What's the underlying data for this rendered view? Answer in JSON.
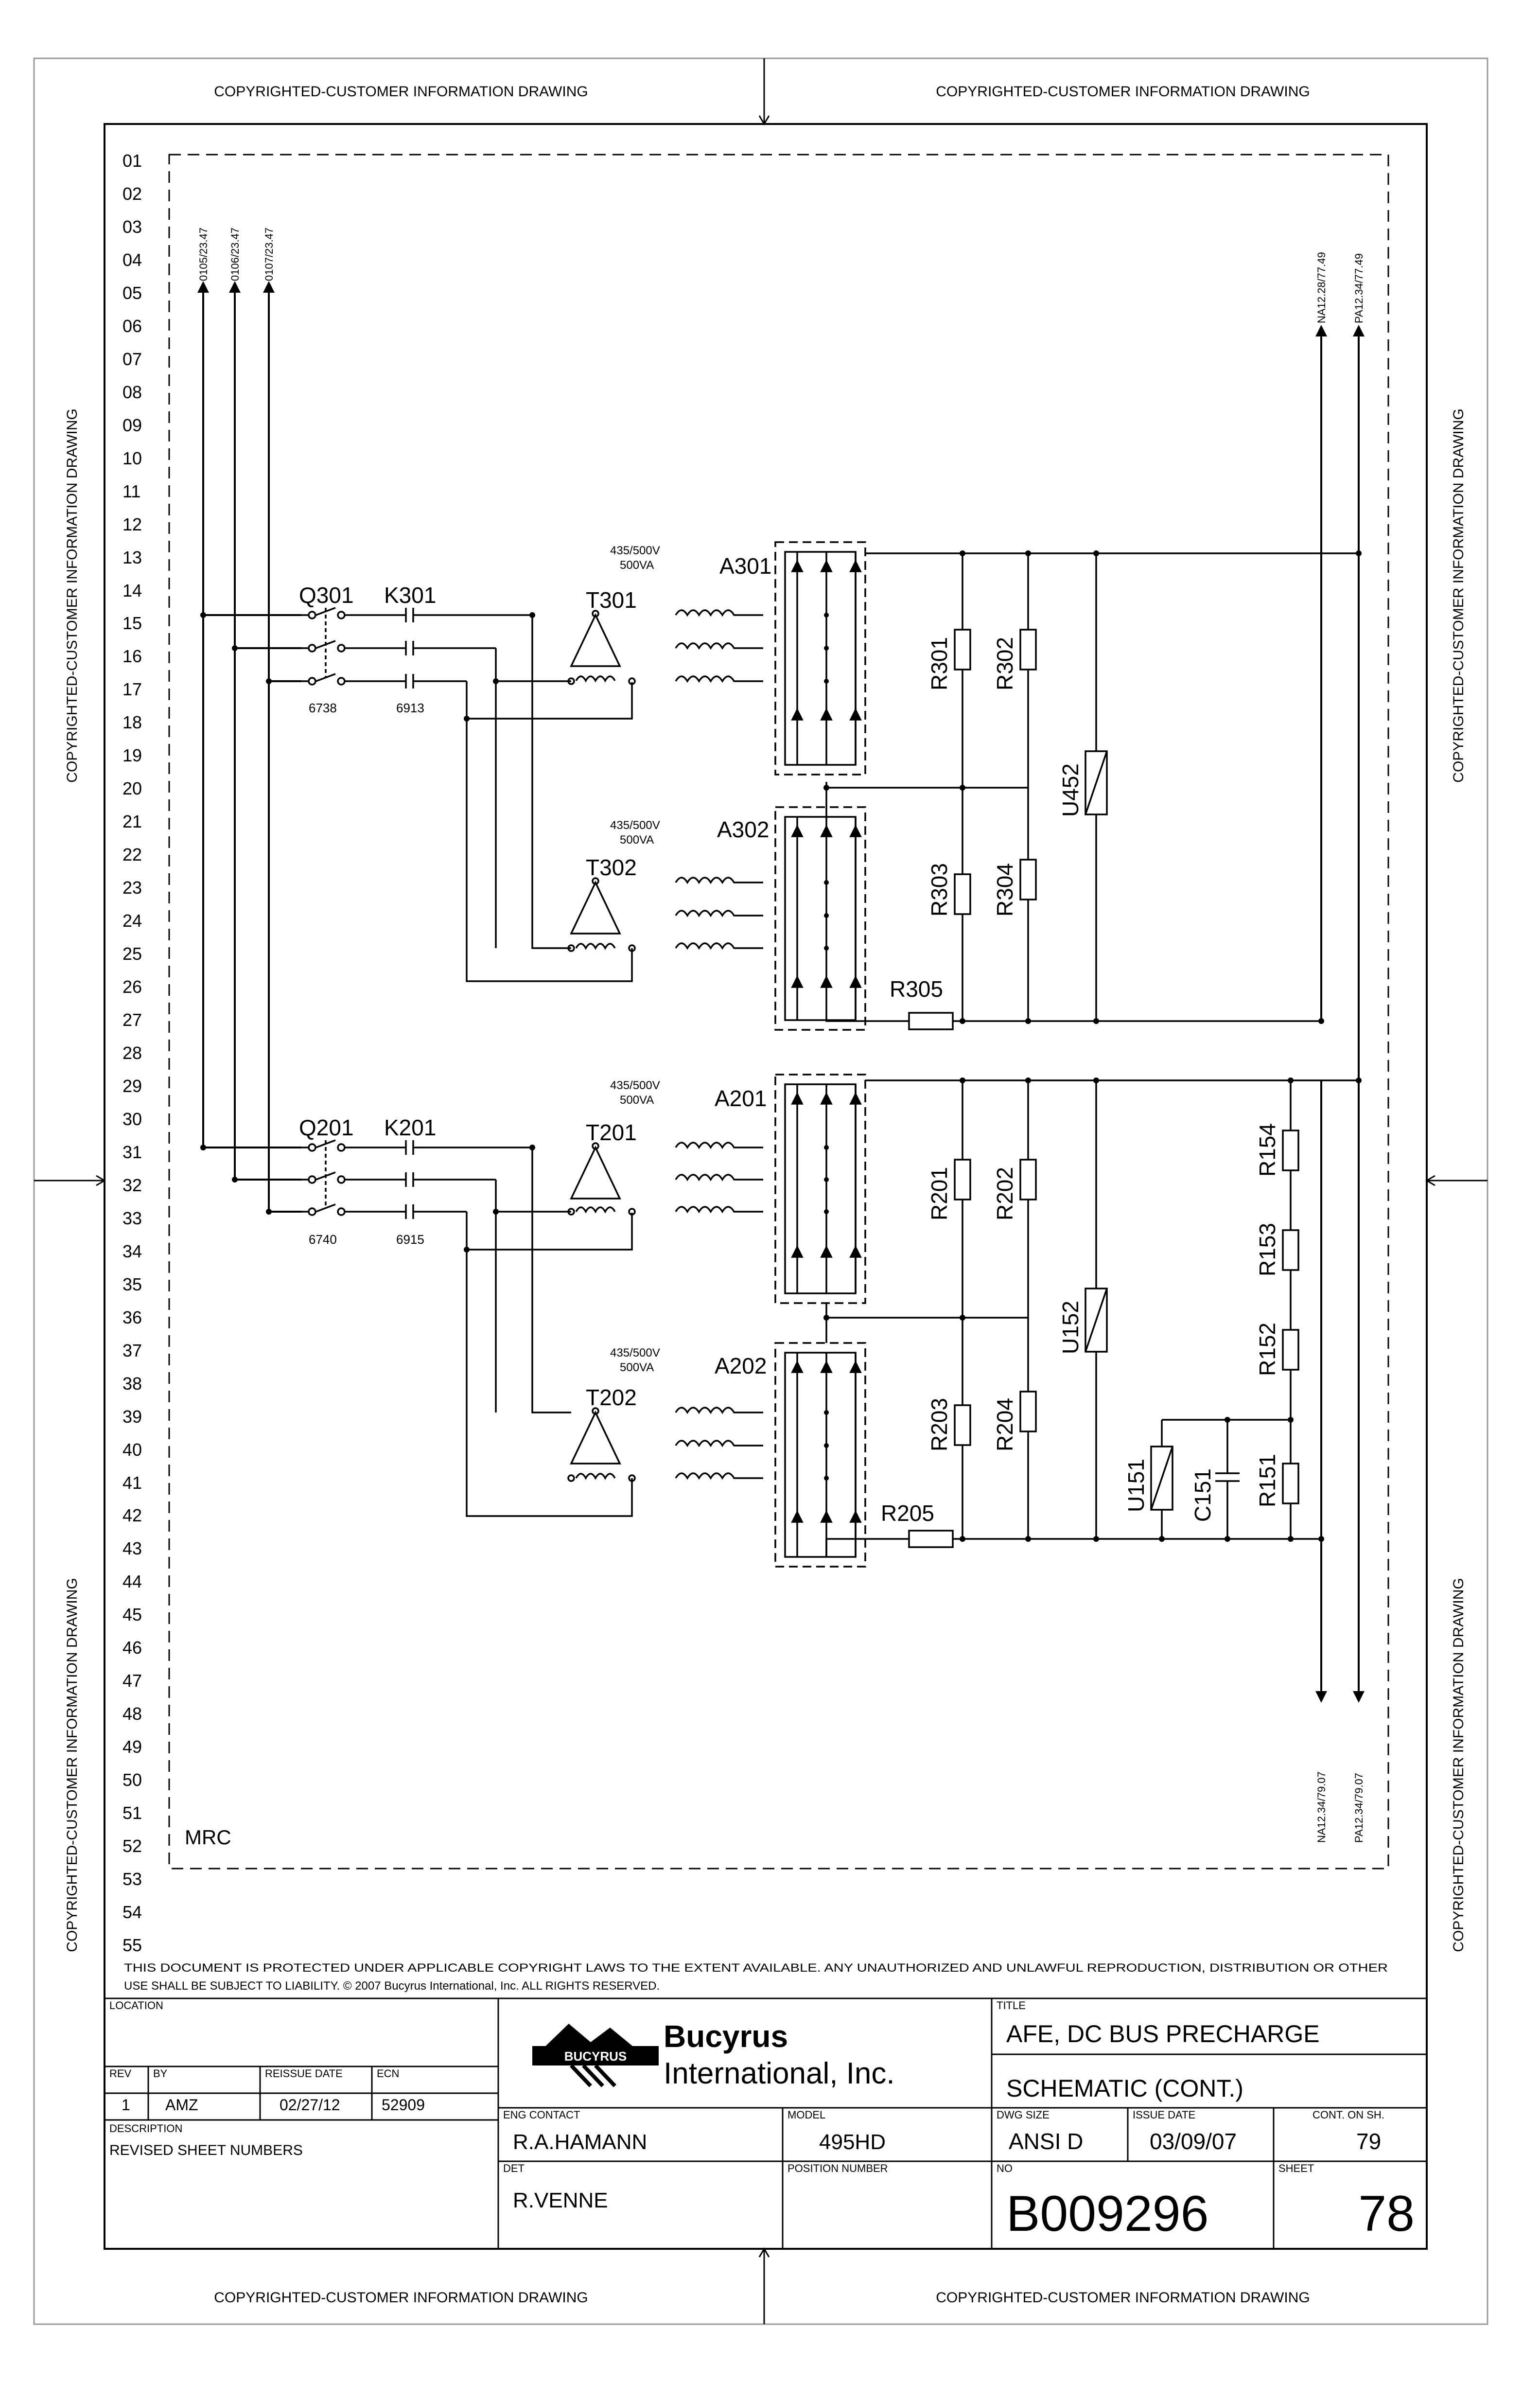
{
  "border": {
    "copyright_text": "COPYRIGHTED-CUSTOMER INFORMATION DRAWING"
  },
  "frame": {
    "label": "MRC"
  },
  "row_numbers": [
    "01",
    "02",
    "03",
    "04",
    "05",
    "06",
    "07",
    "08",
    "09",
    "10",
    "11",
    "12",
    "13",
    "14",
    "15",
    "16",
    "17",
    "18",
    "19",
    "20",
    "21",
    "22",
    "23",
    "24",
    "25",
    "26",
    "27",
    "28",
    "29",
    "30",
    "31",
    "32",
    "33",
    "34",
    "35",
    "36",
    "37",
    "38",
    "39",
    "40",
    "41",
    "42",
    "43",
    "44",
    "45",
    "46",
    "47",
    "48",
    "49",
    "50",
    "51",
    "52",
    "53",
    "54",
    "55"
  ],
  "signal_refs": {
    "top_left": [
      "0105/23.47",
      "0106/23.47",
      "0107/23.47"
    ],
    "top_right": [
      "NA12.28/77.49",
      "PA12.34/77.49"
    ],
    "bottom_right": [
      "NA12.34/79.07",
      "PA12.34/79.07"
    ]
  },
  "components": {
    "breakers": [
      "Q301",
      "Q201"
    ],
    "contactors": [
      "K301",
      "K201"
    ],
    "transformers": [
      "T301",
      "T302",
      "T201",
      "T202"
    ],
    "transformer_rating_line1": "435/500V",
    "transformer_rating_line2": "500VA",
    "rectifiers": [
      "A301",
      "A302",
      "A201",
      "A202"
    ],
    "resistors": [
      "R301",
      "R302",
      "R303",
      "R304",
      "R305",
      "R201",
      "R202",
      "R203",
      "R204",
      "R205",
      "R154",
      "R153",
      "R152",
      "R151"
    ],
    "modules": [
      "U452",
      "U152",
      "U151"
    ],
    "capacitors": [
      "C151"
    ],
    "wire_refs": [
      "6738",
      "6913",
      "6740",
      "6915"
    ]
  },
  "legal": {
    "line1": "THIS DOCUMENT IS PROTECTED UNDER APPLICABLE COPYRIGHT LAWS TO THE EXTENT AVAILABLE.  ANY UNAUTHORIZED AND UNLAWFUL REPRODUCTION, DISTRIBUTION OR OTHER",
    "line2": "USE SHALL BE SUBJECT TO LIABILITY. © 2007 Bucyrus International, Inc. ALL RIGHTS RESERVED."
  },
  "title_block": {
    "location_label": "LOCATION",
    "rev_label": "REV",
    "by_label": "BY",
    "reissue_label": "REISSUE DATE",
    "ecn_label": "ECN",
    "rev": "1",
    "by": "AMZ",
    "reissue_date": "02/27/12",
    "ecn": "52909",
    "description_label": "DESCRIPTION",
    "description": "REVISED SHEET NUMBERS",
    "logo_badge": "BUCYRUS",
    "company_line1": "Bucyrus",
    "company_line2": "International, Inc.",
    "eng_contact_label": "ENG CONTACT",
    "eng_contact": "R.A.HAMANN",
    "model_label": "MODEL",
    "model": "495HD",
    "det_label": "DET",
    "det": "R.VENNE",
    "position_label": "POSITION NUMBER",
    "title_label": "TITLE",
    "title_line1": "AFE, DC BUS PRECHARGE",
    "title_line2": "SCHEMATIC (CONT.)",
    "dwg_size_label": "DWG SIZE",
    "dwg_size": "ANSI D",
    "issue_date_label": "ISSUE DATE",
    "issue_date": "03/09/07",
    "cont_label": "CONT. ON SH.",
    "cont_on_sheet": "79",
    "no_label": "NO",
    "drawing_no": "B009296",
    "sheet_label": "SHEET",
    "sheet": "78"
  }
}
